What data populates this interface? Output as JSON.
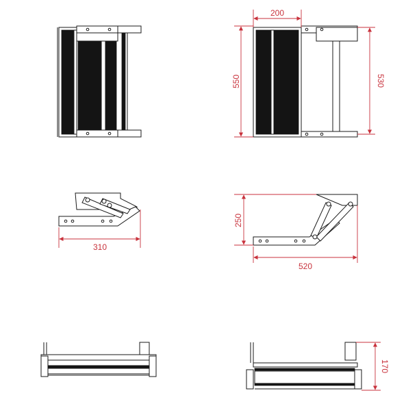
{
  "colors": {
    "dimension": "#c8323c",
    "line": "#1a1a1a",
    "background": "#ffffff"
  },
  "dimensions": {
    "width_top": "200",
    "height_outer": "550",
    "height_inner": "530",
    "depth_retracted": "310",
    "height_extended": "250",
    "depth_extended": "520",
    "height_front": "170"
  }
}
